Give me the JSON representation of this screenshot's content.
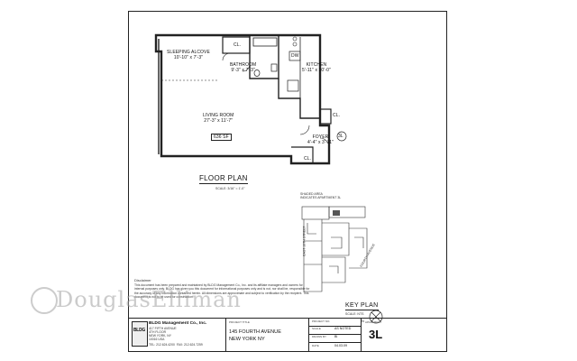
{
  "floor_plan": {
    "rooms": [
      {
        "name": "SLEEPING ALCOVE",
        "dims": "10'-10\" x 7'-3\""
      },
      {
        "name": "BATHROOM",
        "dims": "9'-3\" x 7'-3\""
      },
      {
        "name": "KITCHEN",
        "dims": "5'-11\" x 10'-0\""
      },
      {
        "name": "LIVING ROOM",
        "dims": "27'-3\" x 11'-7\""
      },
      {
        "name": "FOYER",
        "dims": "4'-4\" x 3'-11\""
      }
    ],
    "closet_label": "CL.",
    "dishwasher_label": "DW",
    "area": "636 SF",
    "unit_tag": "3L",
    "title": "FLOOR PLAN",
    "scale": "SCALE: 3/16\" = 1'-0\""
  },
  "key_plan": {
    "title": "KEY PLAN",
    "scale": "SCALE: NTS",
    "note_line1": "SHADED AREA",
    "note_line2": "INDICATES APARTMENT 3L",
    "street_1": "EAST 10TH STREET",
    "street_2": "FOURTH AVENUE",
    "north": "N"
  },
  "disclaimer": {
    "heading": "Disclaimer",
    "body": "This document has been prepared and maintained by BLDG Management Co., Inc. and its affiliate managers and owners for internal purposes only. BLDG has given you this document for informational purposes only and is not, nor shall be, responsible for the accuracy of any information contained herein. All dimensions are approximate and subject to verification by the recipient. This document is not to be used for construction."
  },
  "title_block": {
    "logo_text": "BLDG",
    "company": "BLDG Management Co., Inc.",
    "address_lines": [
      "417 FIFTH AVENUE",
      "4TH FLOOR",
      "NEW YORK, NY",
      "10016 USA"
    ],
    "phone": "TEL: 212.624.4200",
    "fax": "FAX: 212.624.7259",
    "project_title_label": "PROJECT TITLE",
    "project_line1": "145 FOURTH AVENUE",
    "project_line2": "NEW YORK NY",
    "project_no_label": "PROJECT NO.",
    "scale_label": "SCALE",
    "scale_value": "AS NOTED",
    "drawn_label": "DRAWN BY",
    "drawn_value": "BI",
    "date_label": "DATE",
    "date_value": "04.03.09",
    "apartment_label": "APARTMENT",
    "apartment_value": "3L"
  },
  "watermark": "DouglasElliman"
}
